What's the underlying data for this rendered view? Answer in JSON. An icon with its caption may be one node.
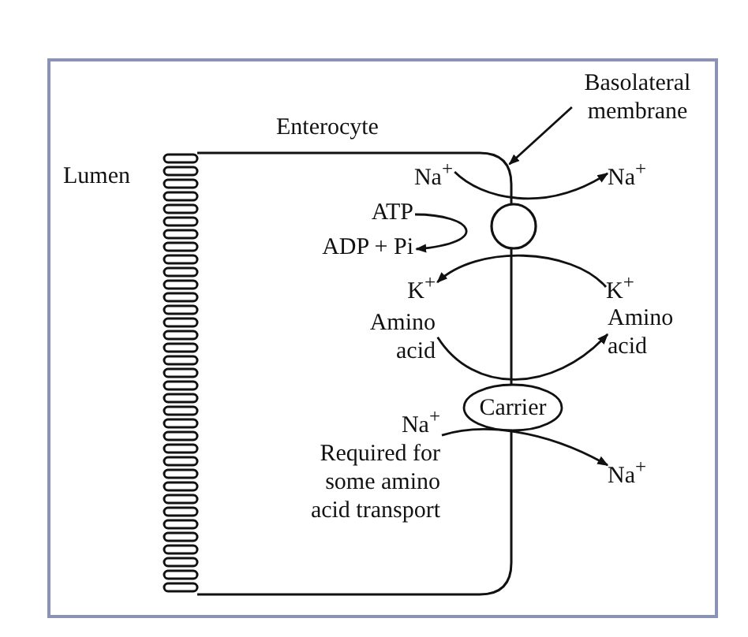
{
  "diagram": {
    "nodes": [
      {
        "text": [
          "Enterocyte"
        ]
      },
      {
        "text": [],
        "shape": "circle"
      },
      {
        "text": [
          "Carrier"
        ]
      },
      {
        "text": [
          "Basolateral membrane"
        ]
      },
      {
        "text": [
          "Na$^{+}$"
        ],
        "in": 0
      },
      {
        "text": [
          "Na$^{+}$"
        ]
      },
      {
        "text": [
          "ATP"
        ],
        "in": 0
      },
      {
        "text": [
          "ADP + Pi"
        ],
        "in": 0
      },
      {
        "text": [
          "K$^{+}$"
        ],
        "in": 0
      },
      {
        "text": [
          "K$^{+}$"
        ]
      },
      {
        "text": [
          "Amino acid"
        ],
        "in": 0
      },
      {
        "text": [
          "Amino acid"
        ]
      },
      {
        "text": [
          "Na$^{+}$",
          "Required for some amino acid transport"
        ],
        "in": 0
      },
      {
        "text": [
          "Na$^{+}$"
        ]
      }
    ],
    "edges": [
      {
        "from": 3,
        "to": 0,
        "arrow": "to"
      },
      {
        "from": 4,
        "to": 5,
        "arrow": "to"
      },
      {
        "from": 6,
        "to": 7,
        "arrow": "to"
      },
      {
        "from": 9,
        "to": 8,
        "arrow": "to"
      },
      {
        "from": 10,
        "to": 11,
        "arrow": "to"
      },
      {
        "from": 12,
        "to": 13,
        "arrow": "to"
      }
    ],
    "labels": [
      "Lumen"
    ]
  }
}
